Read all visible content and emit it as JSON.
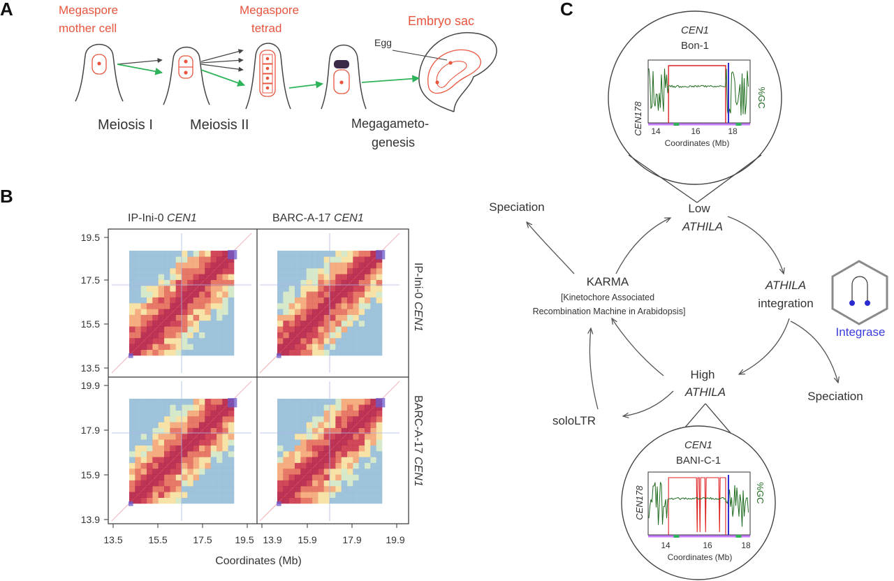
{
  "panels": {
    "a": "A",
    "b": "B",
    "c": "C"
  },
  "panel_a": {
    "megaspore_mother_line1": "Megaspore",
    "megaspore_mother_line2": "mother cell",
    "tetrad_line1": "Megaspore",
    "tetrad_line2": "tetrad",
    "embryo_sac": "Embryo sac",
    "egg": "Egg",
    "meiosis1": "Meiosis I",
    "meiosis2": "Meiosis II",
    "megagameto_line1": "Megagameto-",
    "megagameto_line2": "genesis"
  },
  "panel_b": {
    "col_left": "IP-Ini-0",
    "col_right": "BARC-A-17",
    "cen_italic": "CEN1",
    "row_top": "IP-Ini-0",
    "row_bottom": "BARC-A-17",
    "xlabel": "Coordinates (Mb)",
    "yticks_top": [
      "19.5",
      "17.5",
      "15.5",
      "13.5"
    ],
    "yticks_bottom": [
      "19.9",
      "17.9",
      "15.9",
      "13.9"
    ],
    "xticks_left": [
      "13.5",
      "15.5",
      "17.5",
      "19.5"
    ],
    "xticks_right": [
      "13.9",
      "15.9",
      "17.9",
      "19.9"
    ]
  },
  "panel_c": {
    "top_inset": {
      "title_italic": "CEN1",
      "subtitle": "Bon-1",
      "ylabel_left": "CEN178",
      "ylabel_right": "%GC",
      "xticks": [
        "14",
        "16",
        "18"
      ],
      "xlabel": "Coordinates (Mb)"
    },
    "bottom_inset": {
      "title_italic": "CEN1",
      "subtitle": "BANI-C-1",
      "ylabel_left": "CEN178",
      "ylabel_right": "%GC",
      "xticks": [
        "14",
        "16",
        "18"
      ],
      "xlabel": "Coordinates (Mb)"
    },
    "low": "Low",
    "athila": "ATHILA",
    "high": "High",
    "integration": "integration",
    "karma": "KARMA",
    "karma_desc1": "[Kinetochore Associated",
    "karma_desc2": "Recombination Machine in Arabidopsis]",
    "speciation": "Speciation",
    "sololtr": "soloLTR",
    "integrase": "Integrase"
  },
  "colors": {
    "orange": "#e8553f",
    "green": "#2fb35a",
    "dark_green": "#1f6b1f",
    "red": "#e02020",
    "blue": "#3b3bdc",
    "heatmap_red": "#b0123a"
  }
}
